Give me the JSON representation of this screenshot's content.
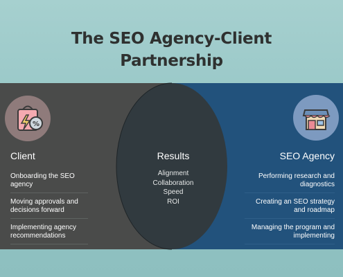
{
  "title": {
    "line1": "The SEO Agency-Client",
    "line2": "Partnership"
  },
  "colors": {
    "background": "#9cc9c9",
    "client": "#4a4b4a",
    "agency": "#22527c",
    "overlap": "#313a3f",
    "client_icon_bg": "#8f7b7b",
    "agency_icon_bg": "#7d9ac0"
  },
  "client": {
    "heading": "Client",
    "icon": "shopping-bag-discount-icon",
    "items": [
      "Onboarding the SEO agency",
      "Moving approvals and decisions forward",
      "Implementing agency recommendations"
    ]
  },
  "results": {
    "heading": "Results",
    "items": [
      "Alignment",
      "Collaboration",
      "Speed",
      "ROI"
    ]
  },
  "agency": {
    "heading": "SEO Agency",
    "icon": "storefront-icon",
    "items": [
      "Performing research and diagnostics",
      "Creating an SEO strategy and roadmap",
      "Managing the program and implementing"
    ]
  }
}
